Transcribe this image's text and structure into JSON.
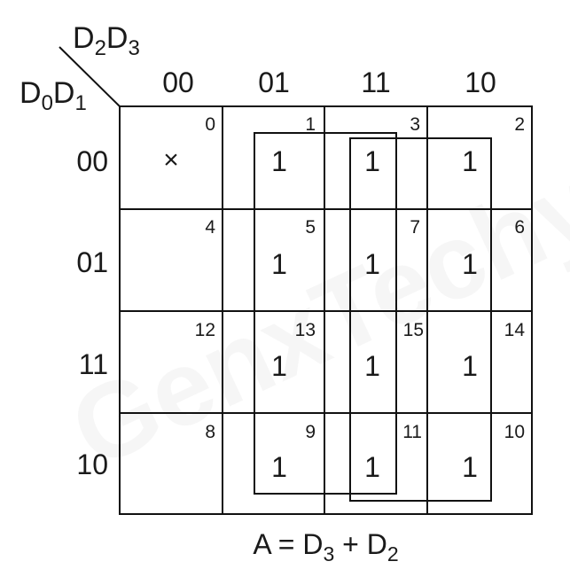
{
  "diagram": {
    "type": "karnaugh-map",
    "watermark": "GenxTechy",
    "col_var": {
      "a": "D",
      "a_sub": "2",
      "b": "D",
      "b_sub": "3"
    },
    "row_var": {
      "a": "D",
      "a_sub": "0",
      "b": "D",
      "b_sub": "1"
    },
    "col_headers": [
      "00",
      "01",
      "11",
      "10"
    ],
    "row_headers": [
      "00",
      "01",
      "11",
      "10"
    ],
    "cells": [
      [
        {
          "m": "0",
          "v": "×"
        },
        {
          "m": "1",
          "v": "1"
        },
        {
          "m": "3",
          "v": "1"
        },
        {
          "m": "2",
          "v": "1"
        }
      ],
      [
        {
          "m": "4",
          "v": ""
        },
        {
          "m": "5",
          "v": "1"
        },
        {
          "m": "7",
          "v": "1"
        },
        {
          "m": "6",
          "v": "1"
        }
      ],
      [
        {
          "m": "12",
          "v": ""
        },
        {
          "m": "13",
          "v": "1"
        },
        {
          "m": "15",
          "v": "1"
        },
        {
          "m": "14",
          "v": "1"
        }
      ],
      [
        {
          "m": "8",
          "v": ""
        },
        {
          "m": "9",
          "v": "1"
        },
        {
          "m": "11",
          "v": "1"
        },
        {
          "m": "10",
          "v": "1"
        }
      ]
    ],
    "groups": [
      {
        "name": "D3",
        "columns": [
          "01",
          "11"
        ],
        "rows": [
          "00",
          "01",
          "11",
          "10"
        ]
      },
      {
        "name": "D2",
        "columns": [
          "11",
          "10"
        ],
        "rows": [
          "00",
          "01",
          "11",
          "10"
        ]
      }
    ],
    "equation": {
      "lhs": "A",
      "eq": "=",
      "t1": "D",
      "t1_sub": "3",
      "op": "+",
      "t2": "D",
      "t2_sub": "2"
    }
  }
}
